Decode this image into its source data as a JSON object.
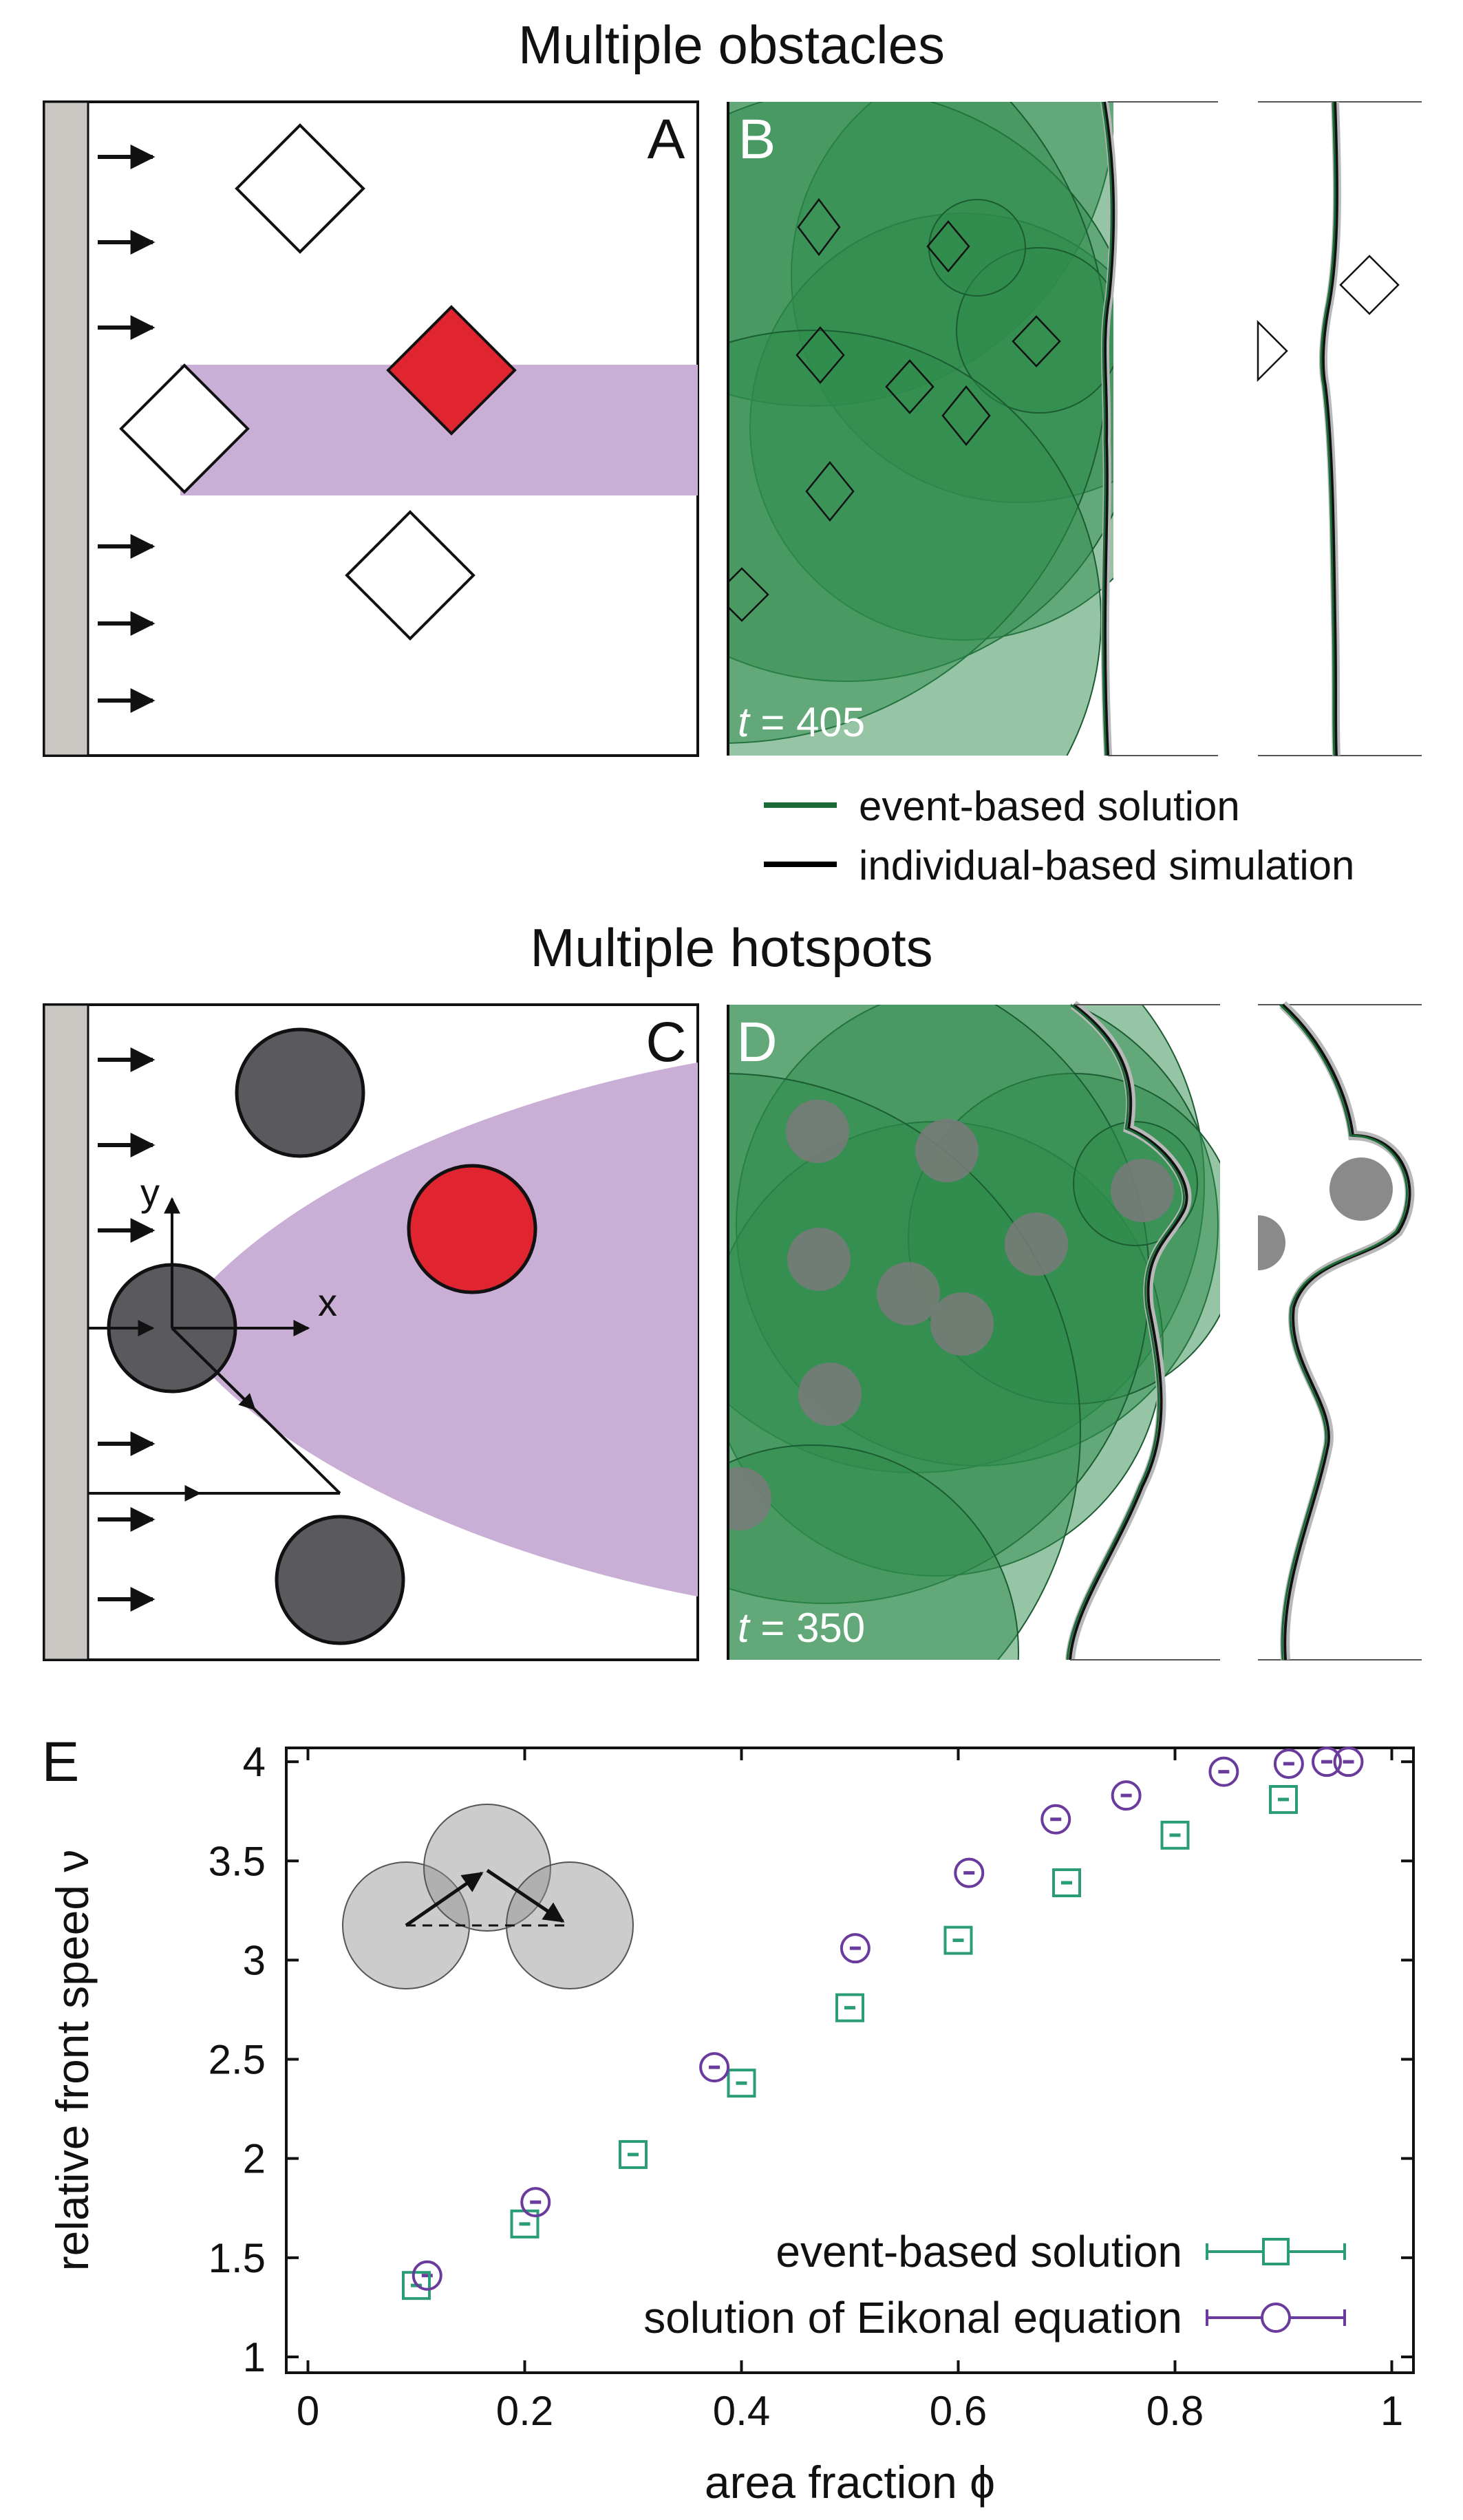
{
  "figure": {
    "title_top": "Multiple obstacles",
    "title_mid": "Multiple hotspots",
    "panel_labels": {
      "A": "A",
      "B": "B",
      "C": "C",
      "D": "D",
      "E": "E"
    },
    "time_B": "405",
    "time_D": "350",
    "time_symbol": "t",
    "axis_x": "x",
    "axis_y": "y",
    "legend_top": [
      {
        "label": "event-based solution",
        "color": "#1a6b35"
      },
      {
        "label": "individual-based simulation",
        "color": "#000000"
      }
    ]
  },
  "colors": {
    "green_fill": "#2e8b4c",
    "purple_band": "#c9aed6",
    "red": "#e02530",
    "dark_gray": "#5a5a5e",
    "wall": "#cac7c3",
    "event_green": "#2a9d78",
    "eikonal_purple": "#6a3a9c"
  },
  "chart_data": {
    "type": "scatter",
    "xlabel": "area fraction ϕ",
    "ylabel": "relative front speed ν",
    "xlim": [
      -0.02,
      1.02
    ],
    "ylim": [
      0.92,
      4.07
    ],
    "x_ticks": [
      "0",
      "0.2",
      "0.4",
      "0.6",
      "0.8",
      "1"
    ],
    "y_ticks": [
      "1",
      "1.5",
      "2",
      "2.5",
      "3",
      "3.5",
      "4"
    ],
    "grid": false,
    "legend_position": "bottom-right",
    "series": [
      {
        "name": "event-based solution",
        "marker": "square",
        "color": "#2a9d78",
        "points": [
          {
            "x": 0.1,
            "y": 1.36
          },
          {
            "x": 0.2,
            "y": 1.67
          },
          {
            "x": 0.3,
            "y": 2.02
          },
          {
            "x": 0.4,
            "y": 2.38
          },
          {
            "x": 0.5,
            "y": 2.76
          },
          {
            "x": 0.6,
            "y": 3.1
          },
          {
            "x": 0.7,
            "y": 3.39
          },
          {
            "x": 0.8,
            "y": 3.63
          },
          {
            "x": 0.9,
            "y": 3.81
          }
        ]
      },
      {
        "name": "solution of Eikonal equation",
        "marker": "circle",
        "color": "#6a3a9c",
        "points": [
          {
            "x": 0.11,
            "y": 1.41
          },
          {
            "x": 0.21,
            "y": 1.78
          },
          {
            "x": 0.375,
            "y": 2.46
          },
          {
            "x": 0.505,
            "y": 3.06
          },
          {
            "x": 0.61,
            "y": 3.44
          },
          {
            "x": 0.69,
            "y": 3.71
          },
          {
            "x": 0.755,
            "y": 3.83
          },
          {
            "x": 0.845,
            "y": 3.95
          },
          {
            "x": 0.905,
            "y": 3.99
          },
          {
            "x": 0.94,
            "y": 4.0
          },
          {
            "x": 0.96,
            "y": 4.0
          }
        ]
      }
    ]
  }
}
